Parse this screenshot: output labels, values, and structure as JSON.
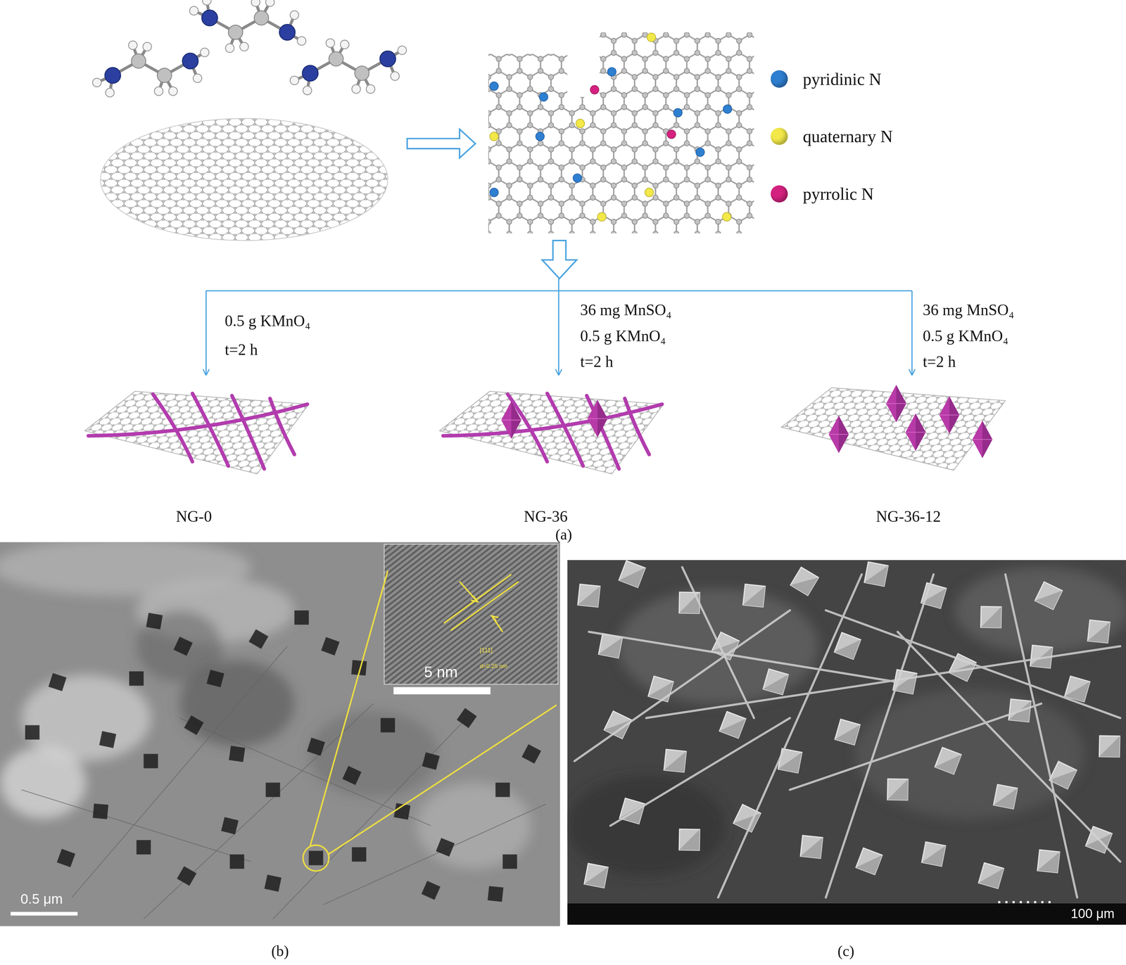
{
  "diagram": {
    "nodes": [
      {
        "text": [
          "NG-0"
        ]
      },
      {
        "text": [
          "NG-36"
        ]
      },
      {
        "text": [
          "NG-36-12"
        ]
      }
    ],
    "labels": [
      "0.5 g KMnO₄",
      "t=2 h",
      "36 mg MnSO₄",
      "0.5 g KMnO₄",
      "t=2 h",
      "36 mg MnSO₄",
      "0.5 g KMnO₄",
      "t=2 h",
      "(a)",
      "[111]",
      "d=0.25 nm",
      "5 nm",
      "0.5 μm",
      "(b)",
      "100 μm",
      "(c)"
    ],
    "legend": [
      {
        "text": "pyridinic N",
        "color": "#2f7fd0"
      },
      {
        "text": "quaternary N",
        "color": "#f2e84a"
      },
      {
        "text": "pyrrolic N",
        "color": "#d4217f"
      }
    ]
  }
}
